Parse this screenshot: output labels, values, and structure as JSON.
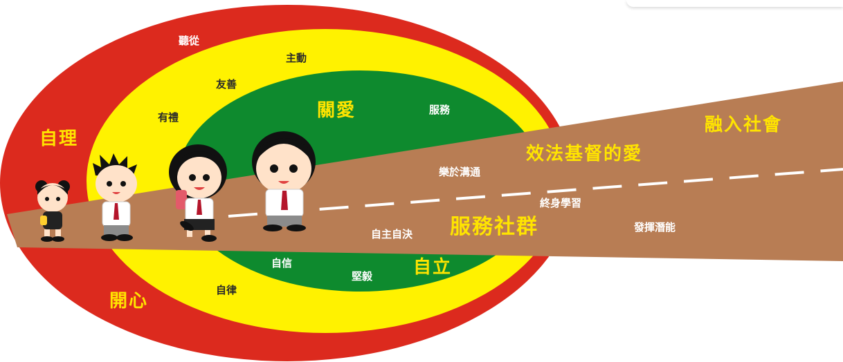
{
  "labels": {
    "ting_cong": "聽從",
    "zhu_dong": "主動",
    "you_shan": "友善",
    "you_li": "有禮",
    "zi_li_self_care": "自理",
    "guan_ai": "關愛",
    "fu_wu": "服務",
    "le_yu_gou_tong": "樂於溝通",
    "xiao_fa": "效法基督的愛",
    "rong_ru": "融入社會",
    "zhong_shen": "終身學習",
    "fu_wu_she_qun": "服務社群",
    "zi_zhu_zi_jue": "自主自決",
    "fa_hui": "發揮潛能",
    "zi_xin": "自信",
    "jian_yi": "堅毅",
    "zi_li_independent": "自立",
    "zi_lv": "自律",
    "kai_xin": "開心"
  },
  "colors": {
    "outer_ring": "#dc2a1e",
    "middle_ring": "#fff200",
    "inner_ring": "#0e8a2e",
    "road": "#b87d54",
    "road_dash": "#ffffff",
    "label_yellow": "#ffe400"
  },
  "characters": [
    {
      "name": "toddler-girl"
    },
    {
      "name": "spiky-hair-boy"
    },
    {
      "name": "schoolgirl-with-bag"
    },
    {
      "name": "schoolboy"
    }
  ]
}
